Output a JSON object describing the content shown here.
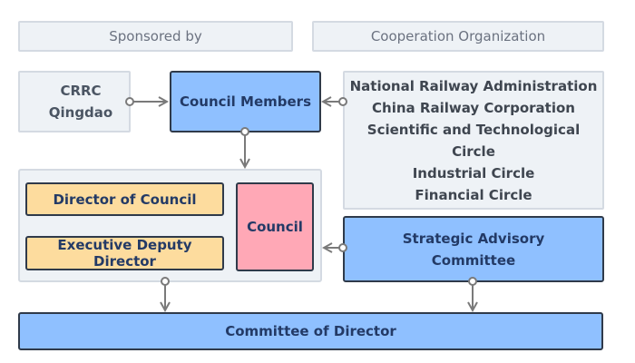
{
  "headers": {
    "sponsored_by": "Sponsored by",
    "cooperation_organization": "Cooperation Organization"
  },
  "nodes": {
    "crrc_qingdao": [
      "CRRC",
      "Qingdao"
    ],
    "council_members": "Council Members",
    "cooperation_list": [
      "National Railway Administration",
      "China Railway Corporation",
      "Scientific and Technological Circle",
      "Industrial Circle",
      "Financial Circle"
    ],
    "director_of_council": "Director of Council",
    "executive_deputy_director": "Executive Deputy Director",
    "council": "Council",
    "strategic_advisory_committee": [
      "Strategic Advisory",
      "Committee"
    ],
    "committee_of_director": "Committee of Director"
  },
  "colors": {
    "blue_fill": "#8fc0ff",
    "yellow_fill": "#fddc9e",
    "pink_fill": "#ffa8b6",
    "light_fill": "#eef2f6",
    "text_dark_blue": "#233a66",
    "connector": "#7a7a7a"
  }
}
